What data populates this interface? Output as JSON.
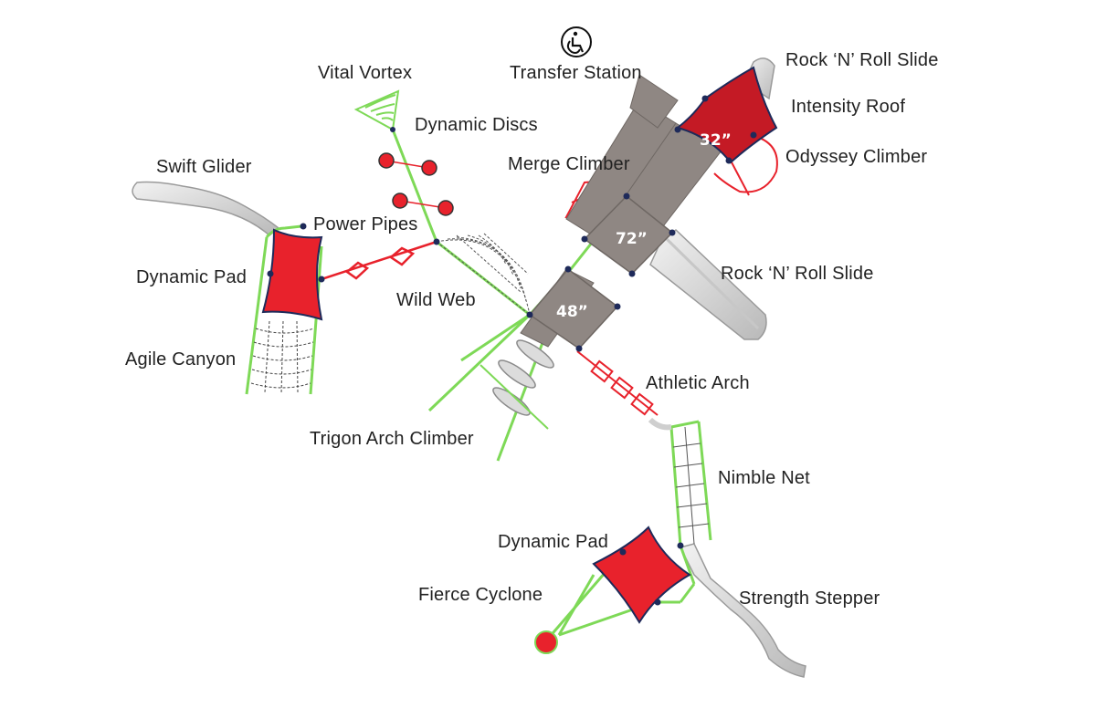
{
  "colors": {
    "green": "#7ed957",
    "red": "#e8222c",
    "deck": "#8f8783",
    "roof": "#c41a25",
    "slide": "#d6d6d6",
    "post": "#1e2a5a"
  },
  "labels": {
    "vital_vortex": "Vital Vortex",
    "transfer_station": "Transfer Station",
    "rock_n_roll_slide_top": "Rock ‘N’ Roll Slide",
    "intensity_roof": "Intensity Roof",
    "dynamic_discs": "Dynamic Discs",
    "odyssey_climber": "Odyssey Climber",
    "swift_glider": "Swift Glider",
    "merge_climber": "Merge Climber",
    "power_pipes": "Power Pipes",
    "dynamic_pad_left": "Dynamic Pad",
    "rock_n_roll_slide_mid": "Rock ‘N’ Roll Slide",
    "wild_web": "Wild Web",
    "agile_canyon": "Agile Canyon",
    "athletic_arch": "Athletic Arch",
    "trigon_arch_climber": "Trigon Arch Climber",
    "nimble_net": "Nimble Net",
    "dynamic_pad_bottom": "Dynamic Pad",
    "fierce_cyclone": "Fierce Cyclone",
    "strength_stepper": "Strength Stepper"
  },
  "decks": {
    "deck_32": "32”",
    "deck_72": "72”",
    "deck_48": "48”"
  },
  "icons": {
    "transfer_station_icon": "wheelchair-accessible-icon"
  }
}
